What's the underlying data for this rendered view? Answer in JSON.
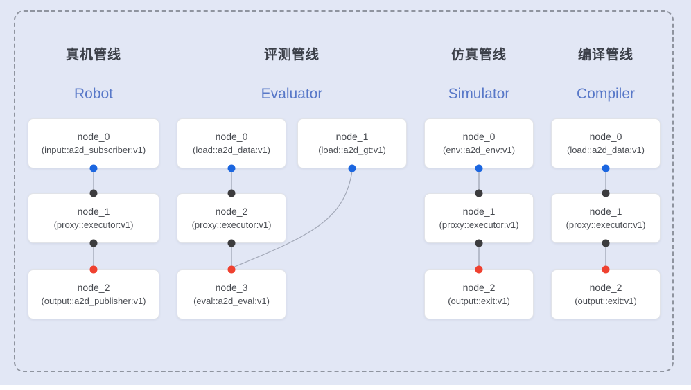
{
  "canvas": {
    "background_color": "#e2e7f5",
    "frame_border_color": "#8f949f",
    "bottom_strip_color": "#ffffff"
  },
  "colors": {
    "port_input_blue": "#1b66e0",
    "port_mid_black": "#3c3c3e",
    "port_output_red": "#ef4130",
    "connector_gray": "#9aa0af",
    "title_en_blue": "#5878c8",
    "title_zh_dark": "#3b3f48",
    "node_bg": "#ffffff",
    "node_border": "#e1e3e8"
  },
  "pipelines": [
    {
      "title_zh": "真机管线",
      "title_en": "Robot",
      "nodes": [
        {
          "name": "node_0",
          "type": "(input::a2d_subscriber:v1)"
        },
        {
          "name": "node_1",
          "type": "(proxy::executor:v1)"
        },
        {
          "name": "node_2",
          "type": "(output::a2d_publisher:v1)"
        }
      ]
    },
    {
      "title_zh": "评测管线",
      "title_en": "Evaluator",
      "nodes": [
        {
          "name": "node_0",
          "type": "(load::a2d_data:v1)"
        },
        {
          "name": "node_1",
          "type": "(load::a2d_gt:v1)"
        },
        {
          "name": "node_2",
          "type": "(proxy::executor:v1)"
        },
        {
          "name": "node_3",
          "type": "(eval::a2d_eval:v1)"
        }
      ]
    },
    {
      "title_zh": "仿真管线",
      "title_en": "Simulator",
      "nodes": [
        {
          "name": "node_0",
          "type": "(env::a2d_env:v1)"
        },
        {
          "name": "node_1",
          "type": "(proxy::executor:v1)"
        },
        {
          "name": "node_2",
          "type": "(output::exit:v1)"
        }
      ]
    },
    {
      "title_zh": "编译管线",
      "title_en": "Compiler",
      "nodes": [
        {
          "name": "node_0",
          "type": "(load::a2d_data:v1)"
        },
        {
          "name": "node_1",
          "type": "(proxy::executor:v1)"
        },
        {
          "name": "node_2",
          "type": "(output::exit:v1)"
        }
      ]
    }
  ]
}
